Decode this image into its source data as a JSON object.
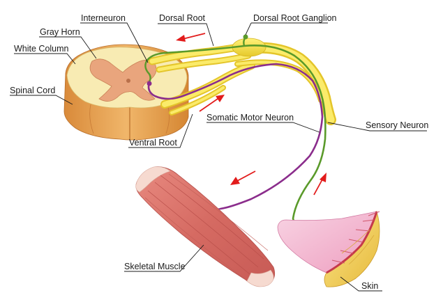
{
  "labels": {
    "interneuron": "Interneuron",
    "dorsal_root": "Dorsal Root",
    "dorsal_root_ganglion": "Dorsal Root Ganglion",
    "gray_horn": "Gray Horn",
    "white_column": "White Column",
    "spinal_cord": "Spinal Cord",
    "somatic_motor_neuron": "Somatic Motor Neuron",
    "sensory_neuron": "Sensory Neuron",
    "ventral_root": "Ventral Root",
    "skeletal_muscle": "Skeletal Muscle",
    "skin": "Skin"
  },
  "colors": {
    "cord_white_matter": "#f7e6a8",
    "cord_gray_matter": "#e9a57d",
    "cord_cut_side": "#e8a24f",
    "nerve": "#f4e04a",
    "ganglion": "#f1d93a",
    "sensory_neuron": "#5a9a2a",
    "motor_neuron": "#8b2d8c",
    "arrow": "#e21b1b",
    "muscle": "#d9756c",
    "muscle_tendon": "#f6dad0",
    "skin_surface": "#f3c6d8",
    "skin_fat": "#f5d96a"
  }
}
